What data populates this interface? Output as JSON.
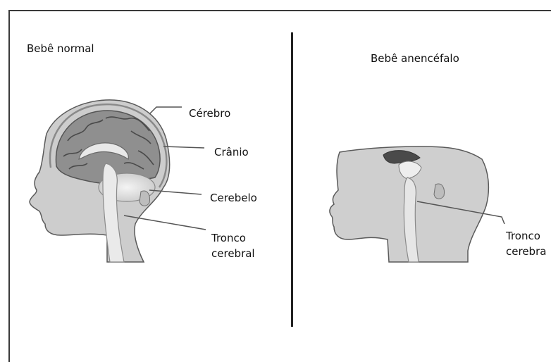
{
  "left_panel": {
    "title": "Bebê normal",
    "labels": {
      "brain": "Cérebro",
      "skull": "Crânio",
      "cerebellum": "Cerebelo",
      "brainstem_line1": "Tronco",
      "brainstem_line2": "cerebral"
    }
  },
  "right_panel": {
    "title": "Bebê anencéfalo",
    "labels": {
      "brainstem_line1": "Tronco",
      "brainstem_line2": "cerebra"
    }
  }
}
